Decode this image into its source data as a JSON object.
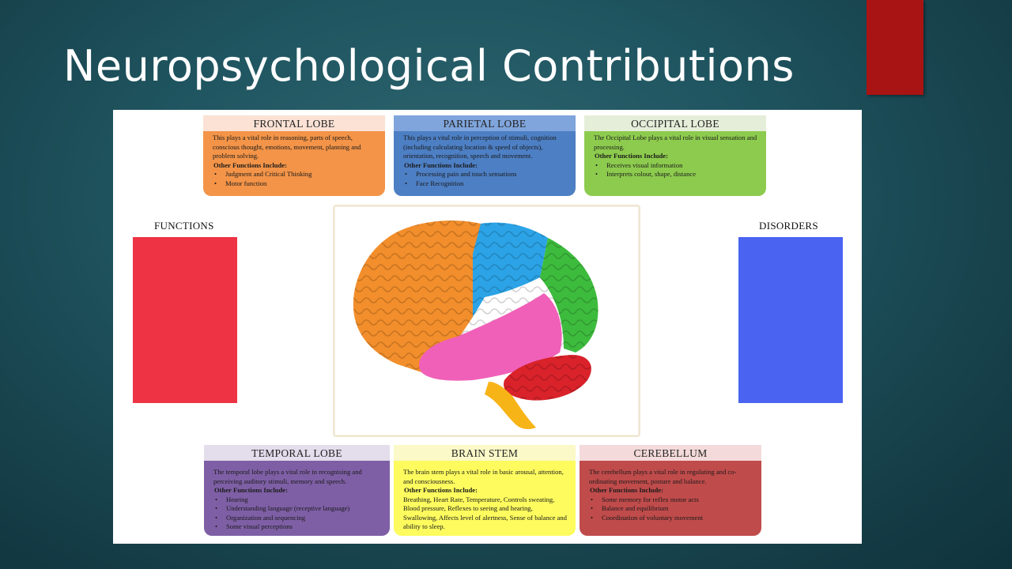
{
  "title": "Neuropsychological Contributions",
  "labels": {
    "functions": "FUNCTIONS",
    "disorders": "DISORDERS"
  },
  "colors": {
    "background": "#1f5560",
    "red_tab": "#a81414",
    "functions_box": "#ee3344",
    "disorders_box": "#4a63f0",
    "frontal": "#f39448",
    "parietal": "#4d7fc4",
    "occipital": "#8dcb4e",
    "temporal": "#7e5fa5",
    "brain_stem": "#fdfb5e",
    "cerebellum": "#c04b4b"
  },
  "lobes": {
    "frontal": {
      "name": "FRONTAL LOBE",
      "desc": "This plays a vital role in reasoning, parts of speech, conscious thought, emotions, movement, planning and problem solving.",
      "other": "Other Functions Include:",
      "items": [
        "Judgment and Critical Thinking",
        "Motor function"
      ]
    },
    "parietal": {
      "name": "PARIETAL LOBE",
      "desc": "This plays a vital role in perception of stimuli, cognition (including calculating location & speed of objects), orientation, recognition, speech and movement.",
      "other": "Other Functions Include:",
      "items": [
        "Processing pain and touch sensations",
        "Face Recognition"
      ]
    },
    "occipital": {
      "name": "OCCIPITAL LOBE",
      "desc": "The Occipital Lobe plays a vital role in visual sensation and processing.",
      "other": "Other Functions Include:",
      "items": [
        "Receives visual information",
        "Interprets colour, shape, distance"
      ]
    },
    "temporal": {
      "name": "TEMPORAL LOBE",
      "desc": "The temporal lobe plays a vital role in recognising and perceiving auditory stimuli, memory and speech.",
      "other": "Other Functions Include:",
      "items": [
        "Hearing",
        "Understanding language (receptive language)",
        "Organization and sequencing",
        "Some visual perceptions"
      ]
    },
    "brain_stem": {
      "name": "BRAIN STEM",
      "desc": "The brain stem plays a vital role in basic arousal, attention, and consciousness.",
      "other": "Other Functions Include:",
      "text": "Breathing, Heart Rate, Temperature, Controls sweating, Blood pressure, Reflexes to seeing and hearing, Swallowing, Affects level of alertness, Sense of balance and ability to sleep."
    },
    "cerebellum": {
      "name": "CEREBELLUM",
      "desc": "The cerebellum plays a vital role in regulating and co-ordinating movement, posture and balance.",
      "other": "Other Functions Include:",
      "items": [
        "Some memory for reflex motor acts",
        "Balance and equilibrium",
        "Coordination of voluntary movement"
      ]
    }
  }
}
